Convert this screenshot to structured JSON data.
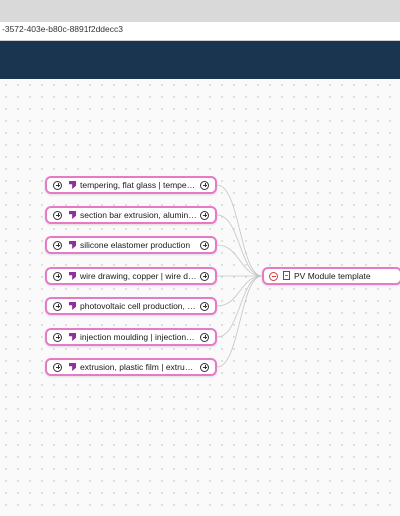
{
  "browser": {
    "address_text": "-3572-403e-b80c-8891f2ddecc3"
  },
  "graph": {
    "target_node": {
      "label": "PV Module template",
      "icon": "document-icon",
      "collapse_icon": "minus-circle-icon"
    },
    "input_nodes": [
      {
        "label": "tempering, flat glass | tempe…",
        "icon": "process-icon"
      },
      {
        "label": "section bar extrusion, alumin…",
        "icon": "process-icon"
      },
      {
        "label": "silicone elastomer production",
        "icon": "process-icon"
      },
      {
        "label": "wire drawing, copper | wire d…",
        "icon": "process-icon"
      },
      {
        "label": "photovoltaic cell production, …",
        "icon": "process-icon"
      },
      {
        "label": "injection moulding | injection…",
        "icon": "process-icon"
      },
      {
        "label": "extrusion, plastic film | extru…",
        "icon": "process-icon"
      }
    ]
  },
  "colors": {
    "header": "#1a3550",
    "node_border": "#e879c6",
    "process_icon": "#8e2f9a",
    "collapse_icon": "#d14040"
  }
}
